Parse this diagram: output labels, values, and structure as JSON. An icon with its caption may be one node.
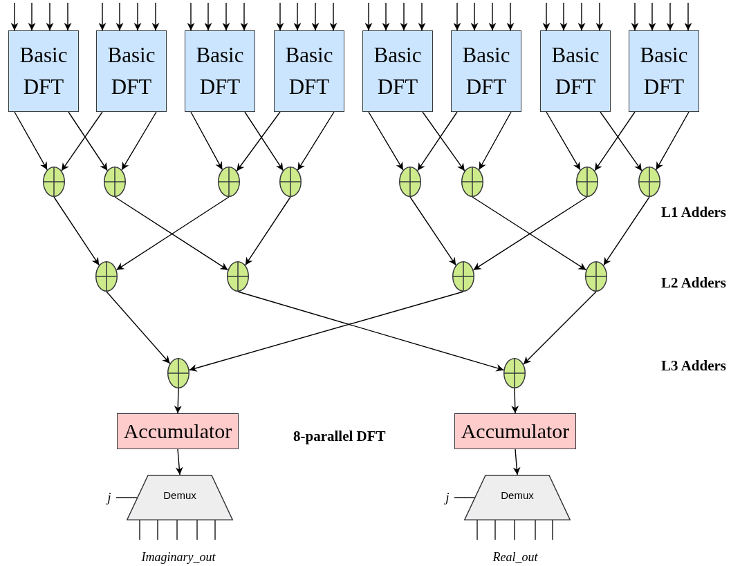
{
  "diagram": {
    "nodes": [
      {
        "text": [
          "Basic DFT"
        ]
      },
      {
        "text": [
          "Basic DFT"
        ]
      },
      {
        "text": [
          "Basic DFT"
        ]
      },
      {
        "text": [
          "Basic DFT"
        ]
      },
      {
        "text": [
          "Basic DFT"
        ]
      },
      {
        "text": [
          "Basic DFT"
        ]
      },
      {
        "text": [
          "Basic DFT"
        ]
      },
      {
        "text": [
          "Basic DFT"
        ]
      },
      {
        "text": [],
        "shape": "circle"
      },
      {
        "text": [],
        "shape": "circle"
      },
      {
        "text": [],
        "shape": "circle"
      },
      {
        "text": [],
        "shape": "circle"
      },
      {
        "text": [],
        "shape": "circle"
      },
      {
        "text": [],
        "shape": "circle"
      },
      {
        "text": [],
        "shape": "circle"
      },
      {
        "text": [],
        "shape": "circle"
      },
      {
        "text": [],
        "shape": "circle"
      },
      {
        "text": [],
        "shape": "circle"
      },
      {
        "text": [],
        "shape": "circle"
      },
      {
        "text": [],
        "shape": "circle"
      },
      {
        "text": [],
        "shape": "circle"
      },
      {
        "text": [],
        "shape": "circle"
      },
      {
        "text": [
          "Accumulator"
        ]
      },
      {
        "text": [
          "Accumulator"
        ]
      },
      {
        "text": [
          "j"
        ]
      },
      {
        "text": [
          "Demux"
        ],
        "beside": [
          "Imaginary_out"
        ]
      },
      {
        "text": [
          "j"
        ]
      },
      {
        "text": [
          "Demux"
        ],
        "beside": [
          "Real_out"
        ]
      }
    ],
    "edges": [
      {
        "from": null,
        "to": 0,
        "arrow": "to"
      },
      {
        "from": null,
        "to": 0,
        "arrow": "to"
      },
      {
        "from": null,
        "to": 0,
        "arrow": "to"
      },
      {
        "from": null,
        "to": 0,
        "arrow": "to"
      },
      {
        "from": null,
        "to": 1,
        "arrow": "to"
      },
      {
        "from": null,
        "to": 1,
        "arrow": "to"
      },
      {
        "from": null,
        "to": 1,
        "arrow": "to"
      },
      {
        "from": null,
        "to": 1,
        "arrow": "to"
      },
      {
        "from": null,
        "to": 2,
        "arrow": "to"
      },
      {
        "from": null,
        "to": 2,
        "arrow": "to"
      },
      {
        "from": null,
        "to": 2,
        "arrow": "to"
      },
      {
        "from": null,
        "to": 2,
        "arrow": "to"
      },
      {
        "from": null,
        "to": 3,
        "arrow": "to"
      },
      {
        "from": null,
        "to": 3,
        "arrow": "to"
      },
      {
        "from": null,
        "to": 3,
        "arrow": "to"
      },
      {
        "from": null,
        "to": 3,
        "arrow": "to"
      },
      {
        "from": null,
        "to": 4,
        "arrow": "to"
      },
      {
        "from": null,
        "to": 4,
        "arrow": "to"
      },
      {
        "from": null,
        "to": 4,
        "arrow": "to"
      },
      {
        "from": null,
        "to": 4,
        "arrow": "to"
      },
      {
        "from": null,
        "to": 5,
        "arrow": "to"
      },
      {
        "from": null,
        "to": 5,
        "arrow": "to"
      },
      {
        "from": null,
        "to": 5,
        "arrow": "to"
      },
      {
        "from": null,
        "to": 5,
        "arrow": "to"
      },
      {
        "from": null,
        "to": 6,
        "arrow": "to"
      },
      {
        "from": null,
        "to": 6,
        "arrow": "to"
      },
      {
        "from": null,
        "to": 6,
        "arrow": "to"
      },
      {
        "from": null,
        "to": 6,
        "arrow": "to"
      },
      {
        "from": null,
        "to": 7,
        "arrow": "to"
      },
      {
        "from": null,
        "to": 7,
        "arrow": "to"
      },
      {
        "from": null,
        "to": 7,
        "arrow": "to"
      },
      {
        "from": null,
        "to": 7,
        "arrow": "to"
      },
      {
        "from": 0,
        "to": 8,
        "arrow": "to"
      },
      {
        "from": 0,
        "to": 9,
        "arrow": "to"
      },
      {
        "from": 1,
        "to": 8,
        "arrow": "to"
      },
      {
        "from": 1,
        "to": 9,
        "arrow": "to"
      },
      {
        "from": 2,
        "to": 10,
        "arrow": "to"
      },
      {
        "from": 2,
        "to": 11,
        "arrow": "to"
      },
      {
        "from": 3,
        "to": 10,
        "arrow": "to"
      },
      {
        "from": 3,
        "to": 11,
        "arrow": "to"
      },
      {
        "from": 4,
        "to": 12,
        "arrow": "to"
      },
      {
        "from": 4,
        "to": 13,
        "arrow": "to"
      },
      {
        "from": 5,
        "to": 12,
        "arrow": "to"
      },
      {
        "from": 5,
        "to": 13,
        "arrow": "to"
      },
      {
        "from": 6,
        "to": 14,
        "arrow": "to"
      },
      {
        "from": 6,
        "to": 15,
        "arrow": "to"
      },
      {
        "from": 7,
        "to": 14,
        "arrow": "to"
      },
      {
        "from": 7,
        "to": 15,
        "arrow": "to"
      },
      {
        "from": 8,
        "to": 16,
        "arrow": "to"
      },
      {
        "from": 9,
        "to": 17,
        "arrow": "to"
      },
      {
        "from": 10,
        "to": 16,
        "arrow": "to"
      },
      {
        "from": 11,
        "to": 17,
        "arrow": "to"
      },
      {
        "from": 12,
        "to": 18,
        "arrow": "to"
      },
      {
        "from": 13,
        "to": 19,
        "arrow": "to"
      },
      {
        "from": 14,
        "to": 18,
        "arrow": "to"
      },
      {
        "from": 15,
        "to": 19,
        "arrow": "to"
      },
      {
        "from": 16,
        "to": 20,
        "arrow": "to"
      },
      {
        "from": 17,
        "to": 21,
        "arrow": "to"
      },
      {
        "from": 18,
        "to": 20,
        "arrow": "to"
      },
      {
        "from": 19,
        "to": 21,
        "arrow": "to"
      },
      {
        "from": 20,
        "to": 22,
        "arrow": "to"
      },
      {
        "from": 21,
        "to": 23,
        "arrow": "to"
      },
      {
        "from": 22,
        "to": 25,
        "arrow": "to"
      },
      {
        "from": 23,
        "to": 27,
        "arrow": "to"
      },
      {
        "from": 24,
        "to": 25,
        "arrow": "none"
      },
      {
        "from": 26,
        "to": 27,
        "arrow": "none"
      }
    ],
    "labels": [
      "L1 Adders",
      "L2 Adders",
      "L3 Adders",
      "8-parallel DFT"
    ]
  }
}
